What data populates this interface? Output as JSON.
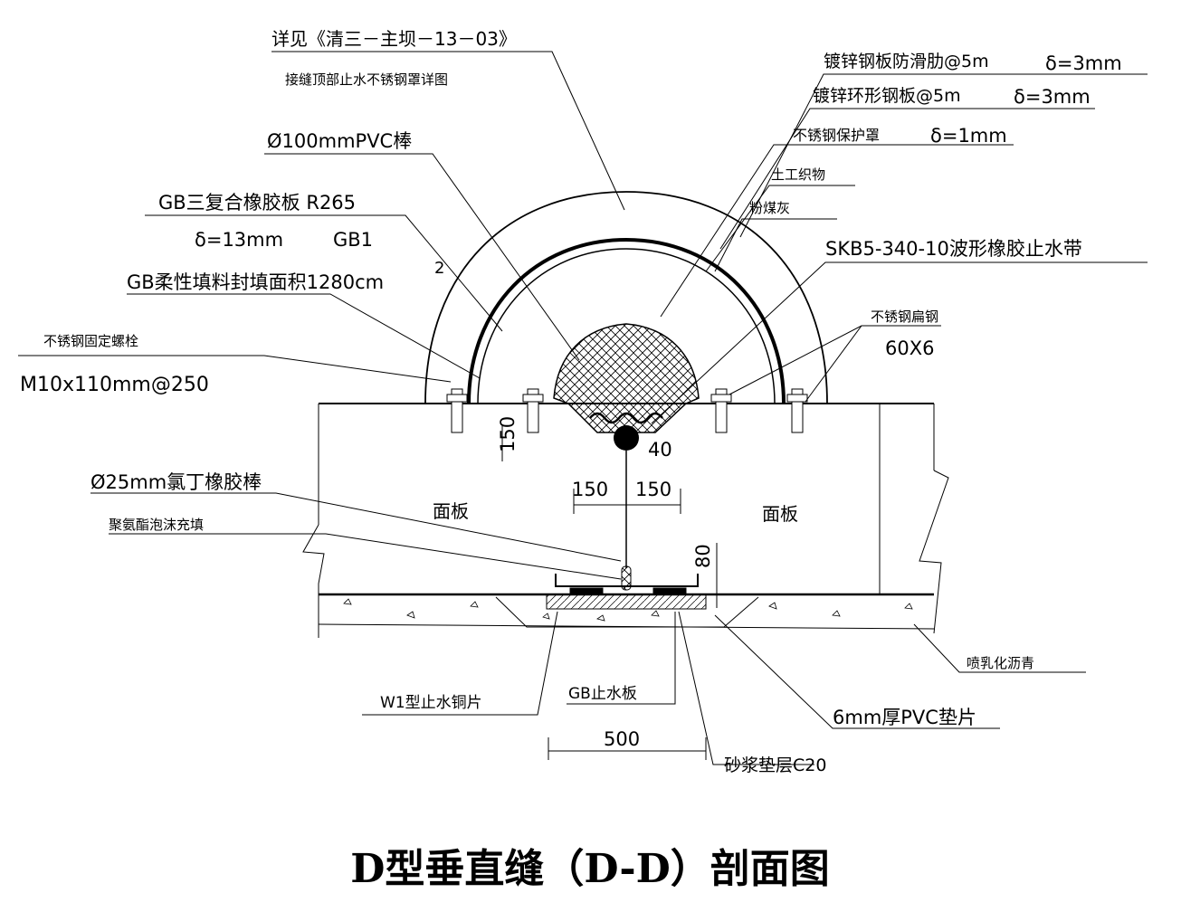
{
  "title": "D型垂直缝（D-D）剖面图",
  "labels": {
    "detail_ref": "详见《清三－主坝－13－03》",
    "detail_ref2": "接缝顶部止水不锈钢罩详图",
    "pvc_rod": "Ø100mmPVC棒",
    "gb_rubber": "GB三复合橡胶板 R265",
    "gb_thick": "δ=13mm",
    "gb1": "GB1",
    "mark_2": "2",
    "gb_fill": "GB柔性填料封填面积1280cm",
    "bolt": "不锈钢固定螺栓",
    "bolt_spec": "M10x110mm@250",
    "galv_plate": "镀锌钢板防滑肋@5m",
    "galv_plate_t": "δ=3mm",
    "ring_plate": "镀锌环形钢板@5m",
    "ring_plate_t": "δ=3mm",
    "ss_cover": "不锈钢保护罩",
    "ss_cover_t": "δ=1mm",
    "geotextile": "土工织物",
    "flyash": "粉煤灰",
    "skb": "SKB5-340-10波形橡胶止水带",
    "ss_flat": "不锈钢扁钢",
    "ss_flat_size": "60X6",
    "dim_150_v": "150",
    "dim_40": "40",
    "dim_150_l": "150",
    "dim_150_r": "150",
    "dim_80": "80",
    "dim_500": "500",
    "neoprene": "Ø25mm氯丁橡胶棒",
    "pu_foam": "聚氨酯泡沫充填",
    "panel_l": "面板",
    "panel_r": "面板",
    "asphalt": "喷乳化沥青",
    "w1": "W1型止水铜片",
    "gb_plate": "GB止水板",
    "pvc_pad": "6mm厚PVC垫片",
    "mortar": "砂浆垫层C20"
  }
}
